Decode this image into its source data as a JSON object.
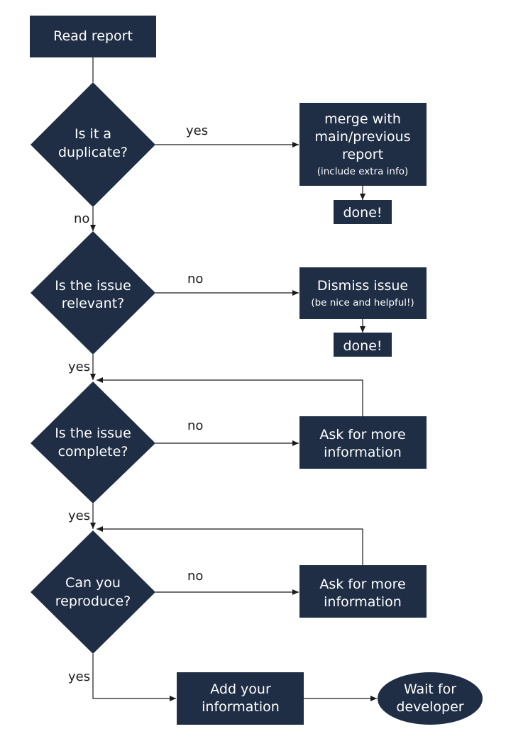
{
  "nodes": {
    "read_report": {
      "label": "Read report"
    },
    "is_duplicate": {
      "line1": "Is it a",
      "line2": "duplicate?"
    },
    "merge": {
      "line1": "merge with",
      "line2": "main/previous",
      "line3": "report",
      "sub": "(include extra info)"
    },
    "done_1": {
      "label": "done!"
    },
    "is_relevant": {
      "line1": "Is the issue",
      "line2": "relevant?"
    },
    "dismiss": {
      "line1": "Dismiss issue",
      "sub": "(be nice and helpful!)"
    },
    "done_2": {
      "label": "done!"
    },
    "is_complete": {
      "line1": "Is the issue",
      "line2": "complete?"
    },
    "ask_more_1": {
      "line1": "Ask for more",
      "line2": "information"
    },
    "can_reproduce": {
      "line1": "Can you",
      "line2": "reproduce?"
    },
    "ask_more_2": {
      "line1": "Ask for more",
      "line2": "information"
    },
    "add_info": {
      "line1": "Add your",
      "line2": "information"
    },
    "wait_dev": {
      "line1": "Wait for",
      "line2": "developer"
    }
  },
  "edge_labels": {
    "duplicate_yes": "yes",
    "duplicate_no": "no",
    "relevant_no": "no",
    "relevant_yes": "yes",
    "complete_no": "no",
    "complete_yes": "yes",
    "reproduce_no": "no",
    "reproduce_yes": "yes"
  },
  "colors": {
    "node_fill": "#1f2d45",
    "node_text": "#ffffff",
    "line": "#1a1a1a"
  }
}
